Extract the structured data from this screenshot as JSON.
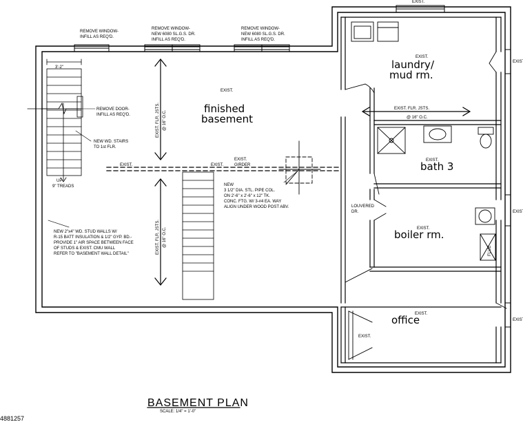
{
  "page_id_fragment": "4881257",
  "title": "BASEMENT PLAN",
  "scale": "SCALE: 1/4\" = 1'-0\"",
  "rooms": {
    "laundry_line1": "laundry/",
    "laundry_line2": "mud rm.",
    "finished_line1": "finished",
    "finished_line2": "basement",
    "bath": "bath 3",
    "boiler": "boiler rm.",
    "office": "office"
  },
  "labels": {
    "exist": "EXIST.",
    "exist_girder_1": "EXIST.",
    "exist_girder_2": "GIRDER",
    "exist_flr_jsts": "EXIST. FLR. JSTS.",
    "at_16_oc": "@ 16\" O.C.",
    "dim_3_2": "3'-2\"",
    "remove_window_1": "REMOVE WINDOW-",
    "remove_window_1b": "INFILL AS REQ'D.",
    "remove_window_2a": "REMOVE WINDOW-",
    "remove_window_2b": "NEW 6080 SL.G.S. DR.",
    "remove_window_2c": "INFILL AS REQ'D.",
    "remove_window_3a": "REMOVE WINDOW-",
    "remove_window_3b": "NEW 6080 SL.G.S. DR.",
    "remove_window_3c": "INFILL AS REQ'D.",
    "remove_door_1": "REMOVE DOOR-",
    "remove_door_2": "INFILL AS REQ'D.",
    "new_stairs_1": "NEW WD. STAIRS",
    "new_stairs_2": "TO 1st FLR.",
    "up": "UP",
    "treads": "9\" TREADS",
    "louvered_1": "LOUVERED",
    "louvered_2": "DR.",
    "pipe_col_1": "NEW",
    "pipe_col_2": "3 1/2\" DIA. STL. PIPE COL.",
    "pipe_col_3": "ON 2'-6\" x 2'-6\" x 12\" TK.",
    "pipe_col_4": "CONC. FTG. W/ 3-#4 EA. WAY",
    "pipe_col_5": "ALIGN UNDER WOOD POST ABV.",
    "wall_1": "NEW 2\"x4\" WD. STUD WALLS W/",
    "wall_2": "R-15 BATT INSULATION & 1/2\" GYP. BD.-",
    "wall_3": "PROVIDE 1\" AIR SPACE BETWEEN FACE",
    "wall_4": "OF STUDS & EXIST. CMU WALL",
    "wall_5": "REFER TO \"BASEMENT WALL DETAIL\"",
    "flue": "FLUE"
  }
}
